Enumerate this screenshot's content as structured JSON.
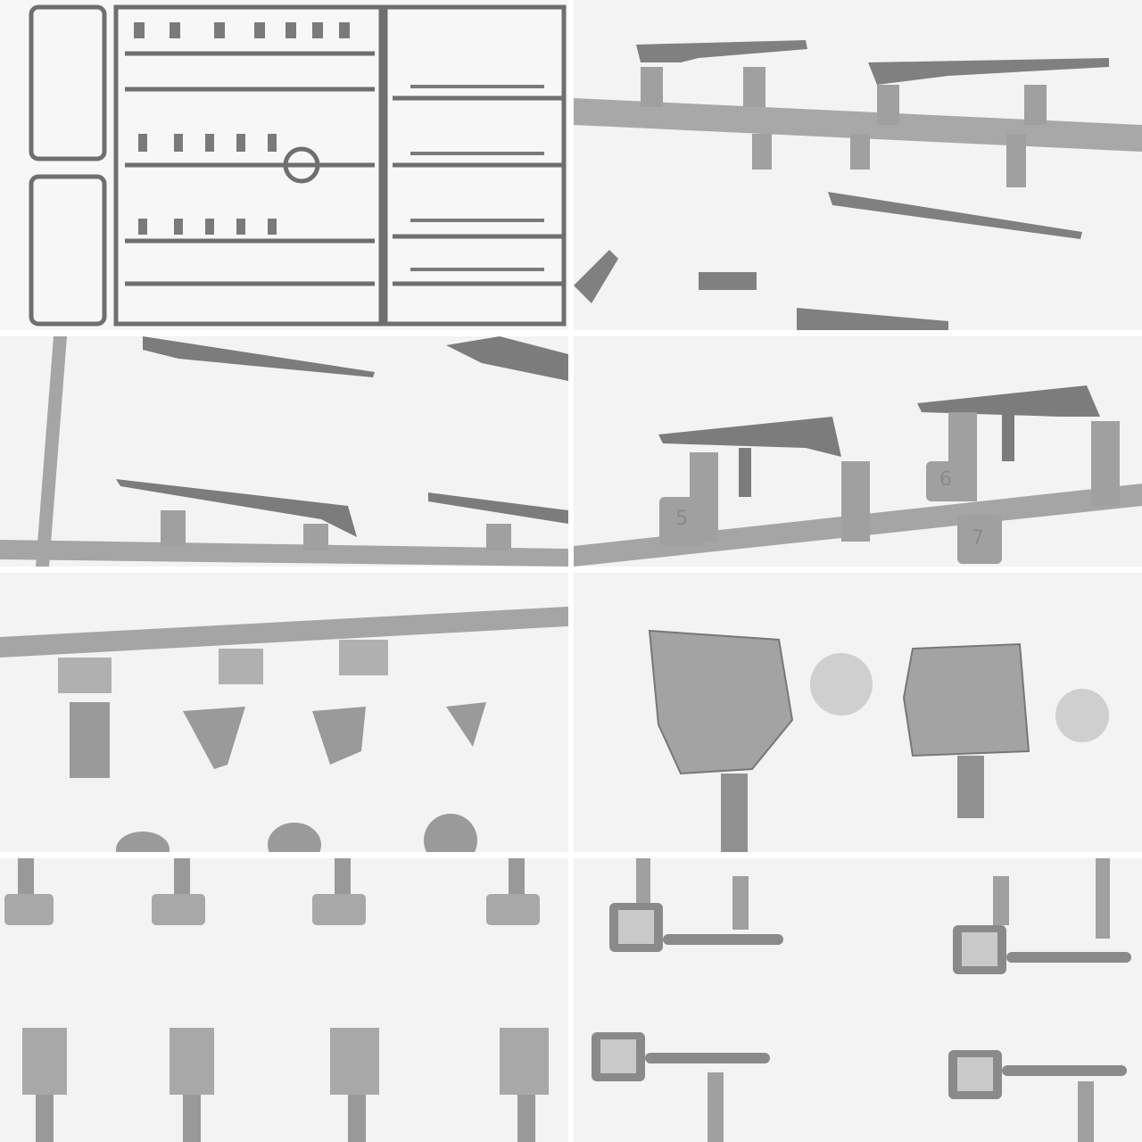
{
  "collage": {
    "panels": [
      {
        "subject": "full-sprue"
      },
      {
        "subject": "rifles-and-machine-gun"
      },
      {
        "subject": "bolt-action-rifles"
      },
      {
        "subject": "submachine-guns",
        "part_numbers": [
          "5",
          "6",
          "7"
        ]
      },
      {
        "subject": "holsters"
      },
      {
        "subject": "magazine-pouches"
      },
      {
        "subject": "ammo-pouches-and-bags"
      },
      {
        "subject": "entrenching-tools"
      }
    ]
  },
  "colors": {
    "plastic": "#8f8f8f",
    "background": "#f3f3f3"
  }
}
